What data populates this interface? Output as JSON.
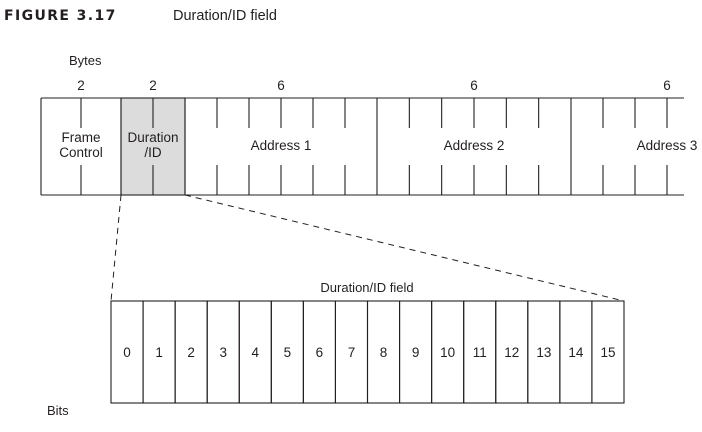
{
  "figure": {
    "label": "FIGURE 3.17",
    "title": "Duration/ID field"
  },
  "frame": {
    "units_label": "Bytes",
    "fields": [
      {
        "bytes": "2",
        "name": "Frame\nControl",
        "highlight": false
      },
      {
        "bytes": "2",
        "name": "Duration\n/ID",
        "highlight": true
      },
      {
        "bytes": "6",
        "name": "Address 1",
        "highlight": false
      },
      {
        "bytes": "6",
        "name": "Address 2",
        "highlight": false
      },
      {
        "bytes": "6",
        "name": "Address 3",
        "highlight": false
      }
    ],
    "highlight_color": "#dcdcdc"
  },
  "detail": {
    "title": "Duration/ID field",
    "units_label": "Bits",
    "bits": [
      "0",
      "1",
      "2",
      "3",
      "4",
      "5",
      "6",
      "7",
      "8",
      "9",
      "10",
      "11",
      "12",
      "13",
      "14",
      "15"
    ]
  }
}
